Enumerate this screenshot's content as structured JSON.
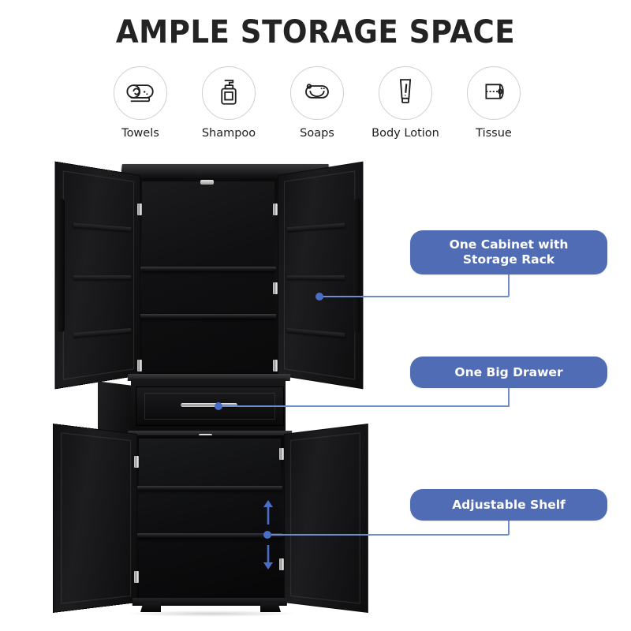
{
  "header": {
    "title": "AMPLE STORAGE SPACE"
  },
  "features": [
    {
      "label": "Towels",
      "icon": "rolled-towel-icon"
    },
    {
      "label": "Shampoo",
      "icon": "pump-bottle-icon"
    },
    {
      "label": "Soaps",
      "icon": "soap-dish-icon"
    },
    {
      "label": "Body Lotion",
      "icon": "lotion-tube-icon"
    },
    {
      "label": "Tissue",
      "icon": "toilet-paper-roll-icon"
    }
  ],
  "callouts": [
    {
      "id": "cabinet-rack",
      "text": "One Cabinet with\nStorage Rack",
      "line1": "One Cabinet with",
      "line2": "Storage Rack"
    },
    {
      "id": "big-drawer",
      "text": "One Big Drawer",
      "line1": "One Big Drawer",
      "line2": ""
    },
    {
      "id": "adjustable-shelf",
      "text": "Adjustable Shelf",
      "line1": "Adjustable Shelf",
      "line2": ""
    }
  ],
  "product": {
    "name": "black bathroom storage cabinet",
    "finish": "black"
  },
  "colors": {
    "callout_blue": "#4f6cb5",
    "leader_blue": "#6f8ccd",
    "dot_blue": "#4a6ec6",
    "arrow_blue": "#4a6ec6",
    "title_color": "#232323",
    "icon_outline": "#1d1d1d",
    "circle_border": "#cfcfcf",
    "background": "#ffffff",
    "product_black": "#0d0d0e"
  }
}
